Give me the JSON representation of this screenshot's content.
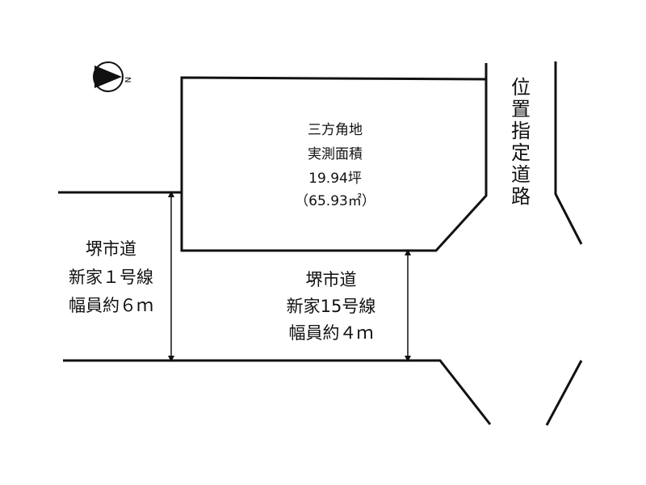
{
  "compass": {
    "label": "N",
    "icon": "north-arrow-icon"
  },
  "lot": {
    "title": "三方角地",
    "area_label": "実測面積",
    "area_tsubo": "19.94坪",
    "area_m2": "（65.93㎡）"
  },
  "road_west": {
    "line1": "堺市道",
    "line2": "新家１号線",
    "line3": "幅員約６ｍ"
  },
  "road_south": {
    "line1": "堺市道",
    "line2": "新家15号線",
    "line3": "幅員約４ｍ"
  },
  "road_east": {
    "chars": [
      "位",
      "置",
      "指",
      "定",
      "道",
      "路"
    ]
  }
}
